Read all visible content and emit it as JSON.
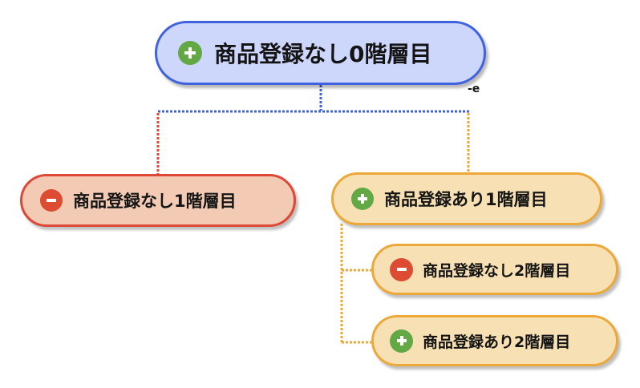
{
  "nodes": {
    "root": {
      "label": "商品登録なし0階層目",
      "badge": "plus-icon"
    },
    "level1_no": {
      "label": "商品登録なし1階層目",
      "badge": "minus-icon"
    },
    "level1_yes": {
      "label": "商品登録あり1階層目",
      "badge": "plus-icon"
    },
    "level2_no": {
      "label": "商品登録なし2階層目",
      "badge": "minus-icon"
    },
    "level2_yes": {
      "label": "商品登録あり2階層目",
      "badge": "plus-icon"
    }
  },
  "connector": {
    "collapse_symbol": "-e"
  },
  "colors": {
    "root_fill": "#cdd6fb",
    "root_border": "#3f63e0",
    "red_fill": "#f3cbb5",
    "red_border": "#de4836",
    "orange_fill": "#f7e0b3",
    "orange_border": "#eda83a",
    "plus_badge": "#62a844",
    "minus_badge": "#dc4b32"
  }
}
